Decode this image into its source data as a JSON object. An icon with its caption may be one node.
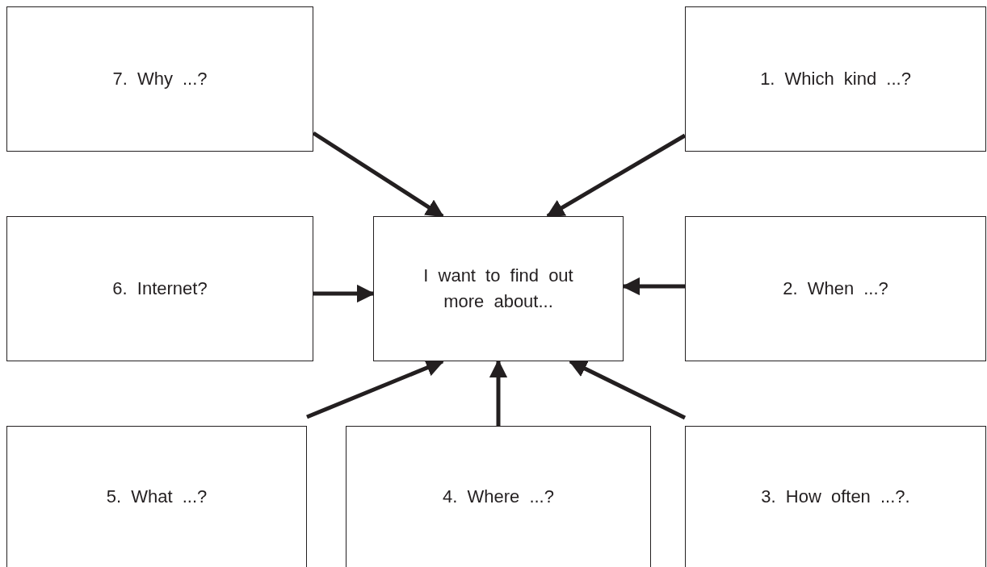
{
  "diagram": {
    "nodes": [
      {
        "text": [
          "7. Why ...?"
        ]
      },
      {
        "text": [
          "1. Which kind ...?"
        ]
      },
      {
        "text": [
          "6. Internet?"
        ]
      },
      {
        "text": [
          "I want to find out more about..."
        ]
      },
      {
        "text": [
          "2. When ...?"
        ]
      },
      {
        "text": [
          "5. What ...?"
        ]
      },
      {
        "text": [
          "4. Where ...?"
        ]
      },
      {
        "text": [
          "3. How often ...?."
        ]
      }
    ],
    "edges": [
      {
        "from": 0,
        "to": 3,
        "arrow": "to"
      },
      {
        "from": 1,
        "to": 3,
        "arrow": "to"
      },
      {
        "from": 2,
        "to": 3,
        "arrow": "to"
      },
      {
        "from": 4,
        "to": 3,
        "arrow": "to"
      },
      {
        "from": 5,
        "to": 3,
        "arrow": "to"
      },
      {
        "from": 6,
        "to": 3,
        "arrow": "to"
      },
      {
        "from": 7,
        "to": 3,
        "arrow": "to"
      }
    ]
  }
}
